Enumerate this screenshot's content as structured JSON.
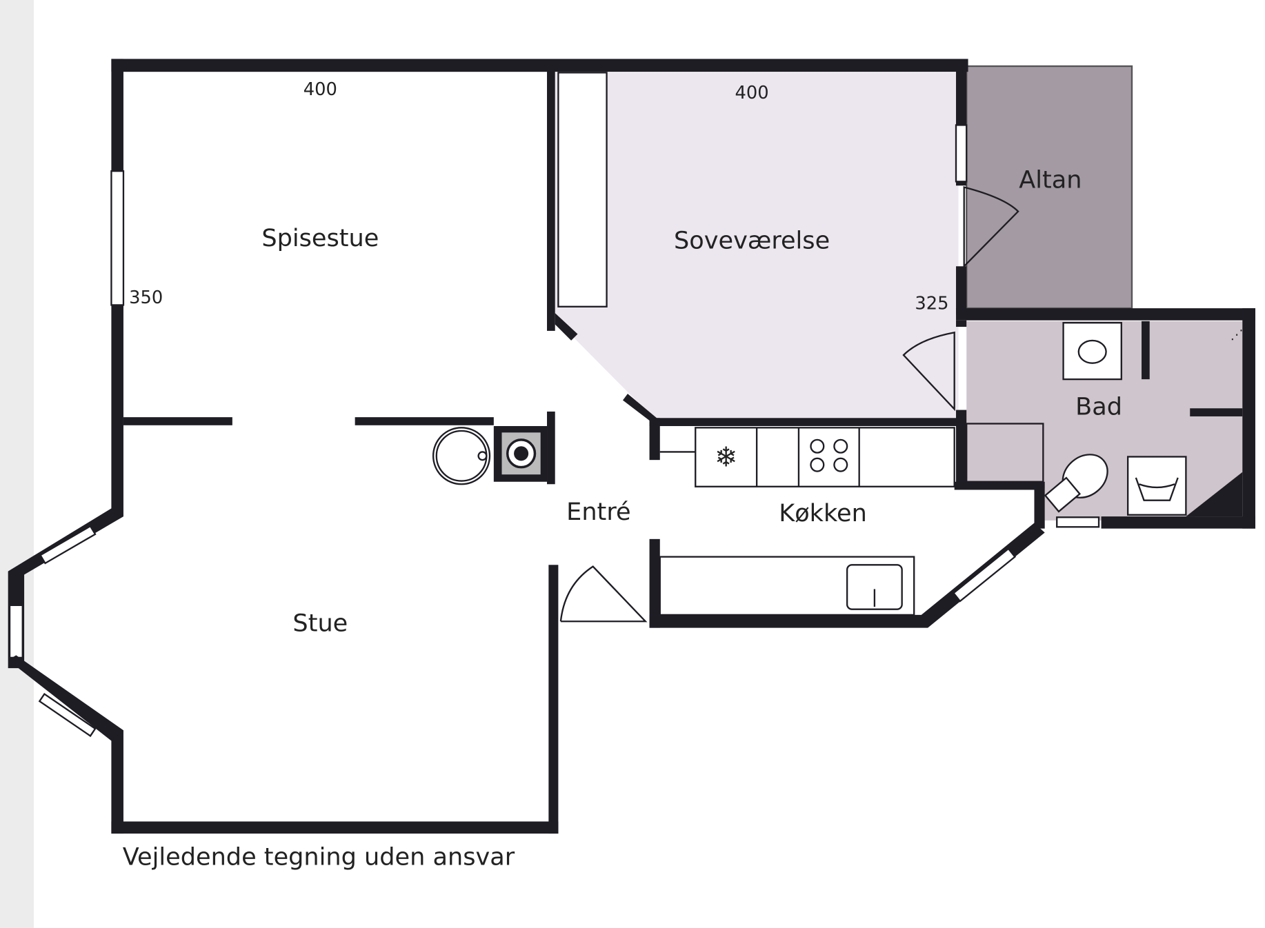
{
  "rooms": {
    "spisestue": "Spisestue",
    "sovevaerelse": "Soveværelse",
    "altan": "Altan",
    "bad": "Bad",
    "entre": "Entré",
    "kokken": "Køkken",
    "stue": "Stue"
  },
  "dimensions": {
    "spisestue_width": "400",
    "spisestue_height": "350",
    "sovevaerelse_width": "400",
    "sovevaerelse_height": "325"
  },
  "caption": "Vejledende tegning uden ansvar",
  "colors": {
    "wall": "#1f1d24",
    "bedroom": "#ece6ef",
    "altan": "#a39aa3",
    "bath": "#cfc5cc"
  }
}
